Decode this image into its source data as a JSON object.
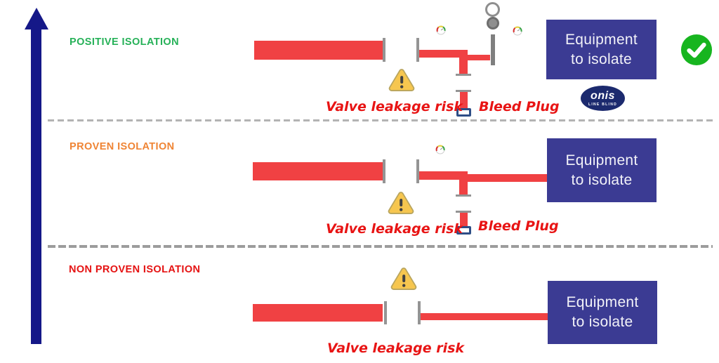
{
  "diagram": {
    "rows": [
      {
        "label": "POSITIVE ISOLATION",
        "valve_risk_label": "Valve leakage risk",
        "bleed_plug_label": "Bleed Plug",
        "equipment_label": "Equipment\nto isolate"
      },
      {
        "label": "PROVEN ISOLATION",
        "valve_risk_label": "Valve leakage risk",
        "bleed_plug_label": "Bleed Plug",
        "equipment_label": "Equipment\nto isolate"
      },
      {
        "label": "NON PROVEN ISOLATION",
        "valve_risk_label": "Valve leakage risk",
        "equipment_label": "Equipment\nto isolate"
      }
    ],
    "logo": {
      "text": "onis",
      "subtext": "LINE BLIND"
    },
    "colors": {
      "pipe_red": "#f04143",
      "annotation_red": "#e81414",
      "positive_green": "#26b158",
      "proven_orange": "#ef8434",
      "non_proven_red": "#e51212",
      "equipment_box_blue": "#3b3b93",
      "arrow_navy": "#151888",
      "logo_navy": "#1c2a6e",
      "check_green": "#17b51f",
      "warning_yellow": "#f6c64f",
      "flange_gray": "#949494"
    }
  }
}
